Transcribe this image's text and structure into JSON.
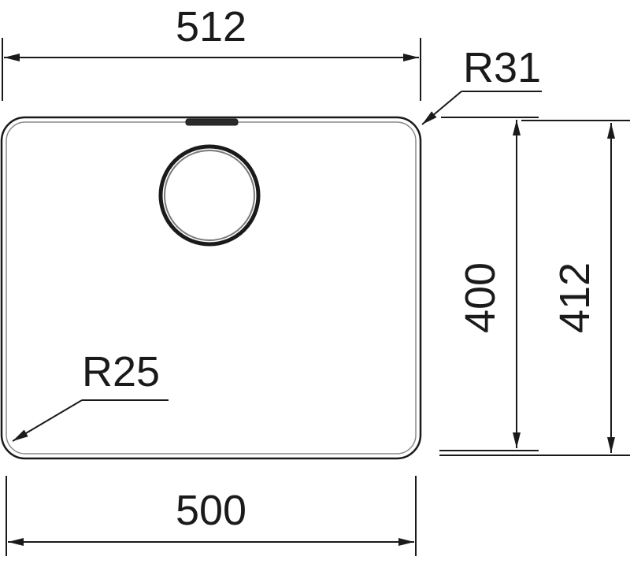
{
  "dimensions": {
    "top_width": "512",
    "bottom_width": "500",
    "inner_height": "400",
    "outer_height": "412",
    "top_right_radius": "R31",
    "bottom_left_radius": "R25"
  },
  "colors": {
    "line": "#1a1a1a",
    "outline_light": "#8a8a8a",
    "background": "#ffffff"
  }
}
